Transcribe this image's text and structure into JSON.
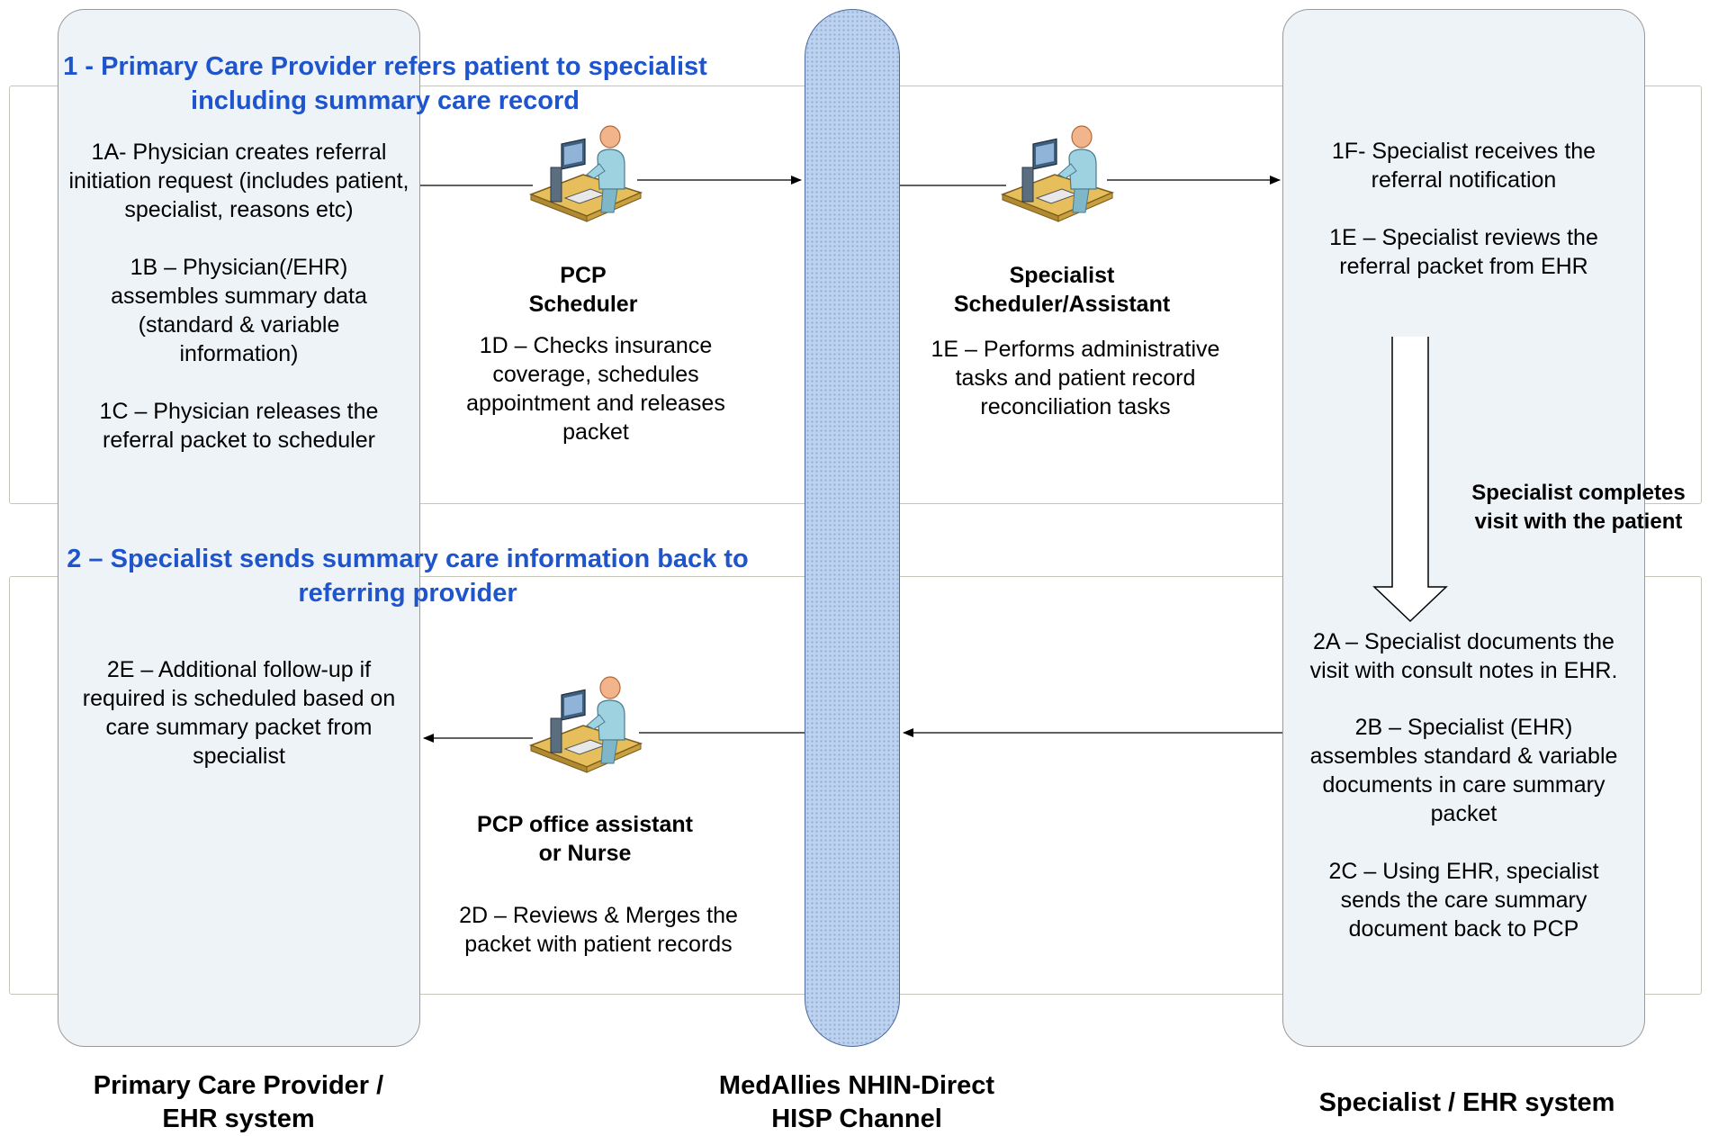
{
  "phases": {
    "phase1": "1 - Primary Care Provider refers patient to specialist including summary care record",
    "phase2": "2 – Specialist sends summary care information back to referring provider"
  },
  "pcp_lane": {
    "step_1a": "1A- Physician creates referral initiation request (includes patient, specialist, reasons etc)",
    "step_1b": "1B – Physician(/EHR) assembles summary data (standard & variable information)",
    "step_1c": "1C – Physician releases the referral packet to scheduler",
    "step_2e": "2E – Additional follow-up if required is scheduled based on care summary packet from specialist"
  },
  "pcp_scheduler": {
    "role_line1": "PCP",
    "role_line2": "Scheduler",
    "step_1d": "1D – Checks insurance coverage, schedules appointment and releases packet"
  },
  "specialist_scheduler": {
    "role_line1": "Specialist",
    "role_line2": "Scheduler/Assistant",
    "step_1e": "1E – Performs administrative tasks and patient record reconciliation tasks"
  },
  "specialist_lane": {
    "step_1f": "1F- Specialist receives the referral notification",
    "step_1e": "1E – Specialist reviews the referral packet from EHR",
    "visit_note": "Specialist completes visit with the patient",
    "step_2a": "2A – Specialist documents the visit with consult notes in EHR.",
    "step_2b": "2B – Specialist (EHR) assembles standard & variable documents in care summary packet",
    "step_2c": "2C – Using EHR, specialist sends the care summary document back to PCP"
  },
  "pcp_assistant": {
    "role_line1": "PCP office assistant",
    "role_line2": "or Nurse",
    "step_2d": "2D – Reviews & Merges the packet with patient records"
  },
  "footers": {
    "pcp": "Primary Care Provider / EHR system",
    "channel": "MedAllies NHIN-Direct HISP Channel",
    "specialist": "Specialist / EHR system"
  },
  "colors": {
    "phase_title": "#1f55cc",
    "lane_fill": "#eef3f8",
    "channel_fill": "#bcd2ee",
    "channel_dots": "#8eabd6"
  },
  "icons": [
    "workstation-person-icon"
  ]
}
